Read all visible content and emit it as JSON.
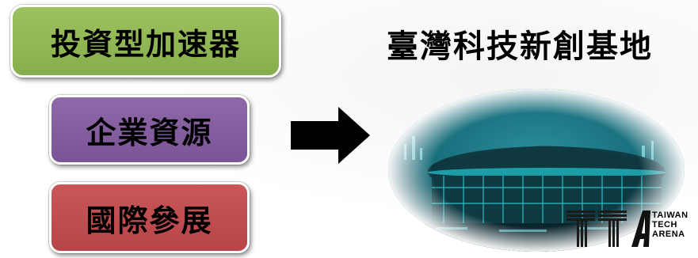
{
  "boxes": {
    "accelerator": "投資型加速器",
    "corporate": "企業資源",
    "international": "國際參展"
  },
  "title": "臺灣科技新創基地",
  "logo": {
    "mark": "TTA",
    "lines": [
      "TAIWAN",
      "TECH",
      "ARENA"
    ]
  },
  "colors": {
    "green": "#8fb653",
    "purple": "#8460a0",
    "red": "#c04e51",
    "arena_teal": "#1aa7b0",
    "arena_dark": "#0b2b33"
  },
  "icons": {
    "arrow": "right-arrow-icon",
    "photo": "taiwan-tech-arena-photo"
  }
}
